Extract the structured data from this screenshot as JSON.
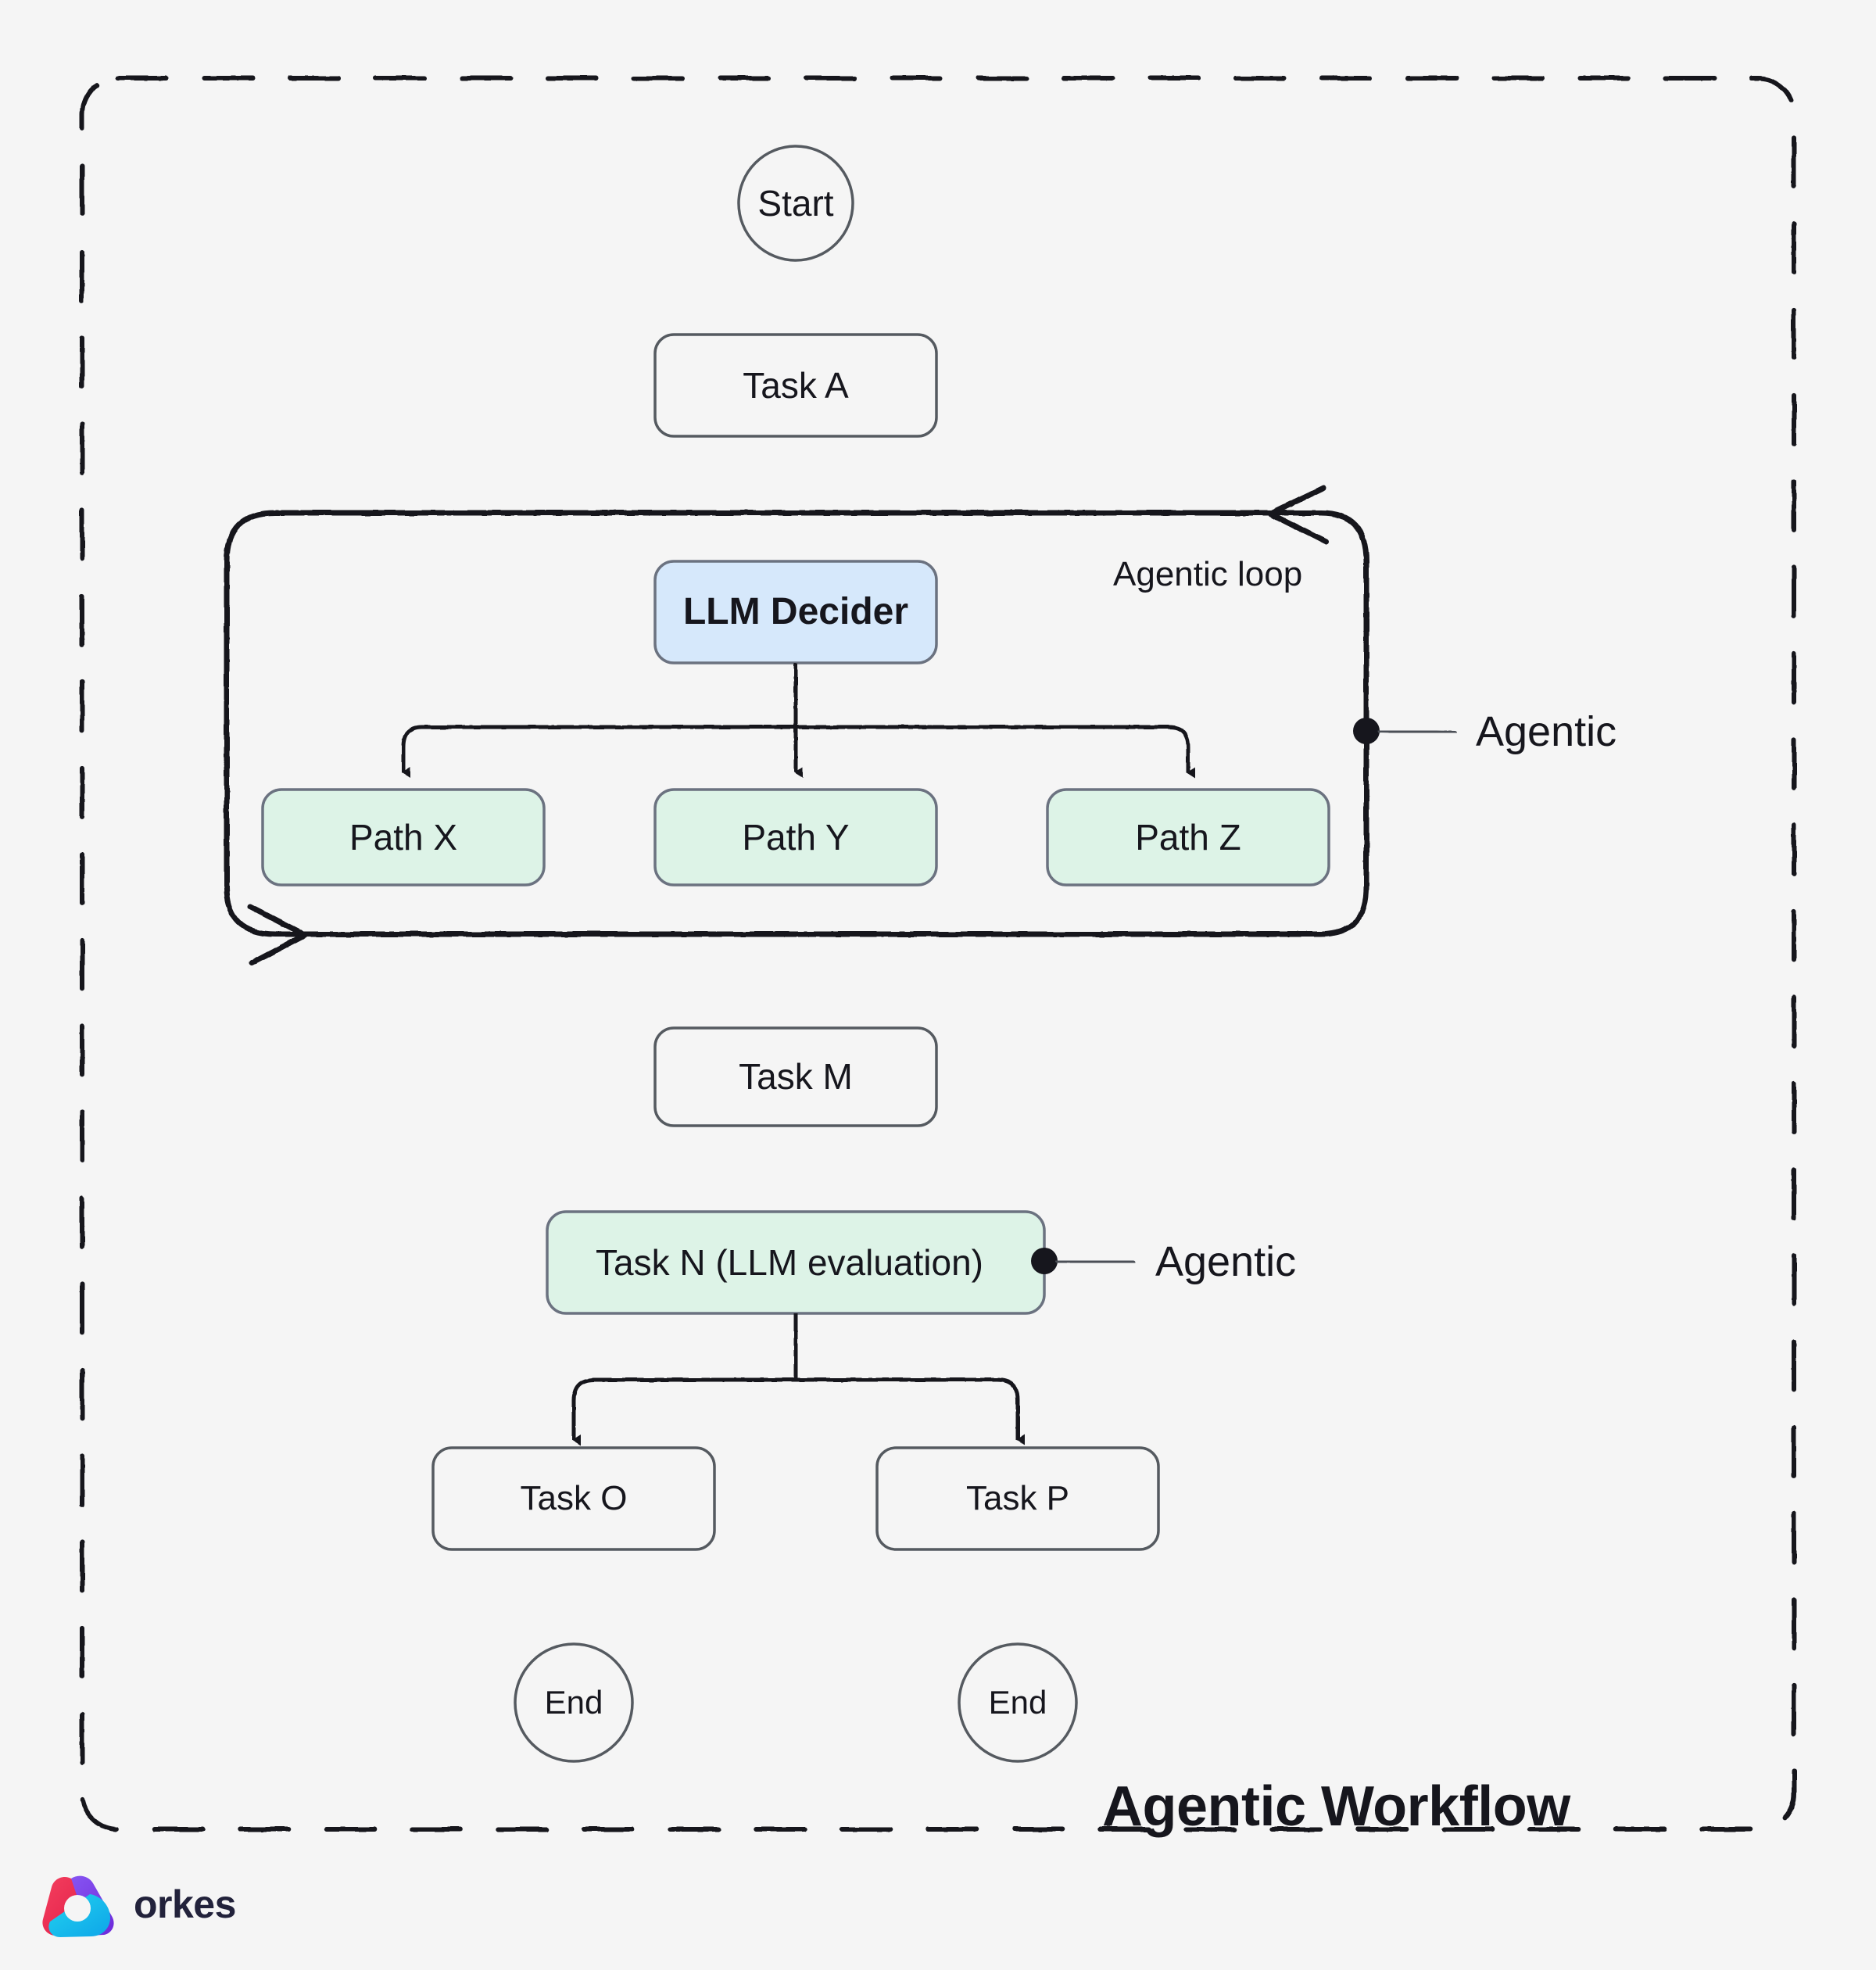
{
  "diagram": {
    "title": "Agentic Workflow",
    "background_color": "#f5f5f5",
    "border_color": "#16161d",
    "nodes": {
      "start": {
        "label": "Start",
        "shape": "circle",
        "fill": "#f5f5f5",
        "stroke": "#555a60"
      },
      "task_a": {
        "label": "Task A",
        "shape": "rounded-rect",
        "fill": "#f5f5f5",
        "stroke": "#555a60"
      },
      "llm_decider": {
        "label": "LLM Decider",
        "shape": "rounded-rect",
        "fill": "#d6e8fb",
        "stroke": "#6b7280"
      },
      "path_x": {
        "label": "Path X",
        "shape": "rounded-rect",
        "fill": "#ddf3e7",
        "stroke": "#6b7280"
      },
      "path_y": {
        "label": "Path Y",
        "shape": "rounded-rect",
        "fill": "#ddf3e7",
        "stroke": "#6b7280"
      },
      "path_z": {
        "label": "Path Z",
        "shape": "rounded-rect",
        "fill": "#ddf3e7",
        "stroke": "#6b7280"
      },
      "task_m": {
        "label": "Task M",
        "shape": "rounded-rect",
        "fill": "#f5f5f5",
        "stroke": "#555a60"
      },
      "task_n": {
        "label": "Task N (LLM evaluation)",
        "shape": "rounded-rect",
        "fill": "#ddf3e7",
        "stroke": "#6b7280"
      },
      "task_o": {
        "label": "Task O",
        "shape": "rounded-rect",
        "fill": "#f5f5f5",
        "stroke": "#555a60"
      },
      "task_p": {
        "label": "Task P",
        "shape": "rounded-rect",
        "fill": "#f5f5f5",
        "stroke": "#555a60"
      },
      "end_left": {
        "label": "End",
        "shape": "circle",
        "fill": "#f5f5f5",
        "stroke": "#555a60"
      },
      "end_right": {
        "label": "End",
        "shape": "circle",
        "fill": "#f5f5f5",
        "stroke": "#555a60"
      }
    },
    "annotations": {
      "agentic_loop": "Agentic loop",
      "agentic_loop_callout": "Agentic",
      "agentic_task_n_callout": "Agentic"
    }
  },
  "branding": {
    "logo_icon": "orkes-triangle-logo-icon",
    "logo_text": "orkes",
    "logo_colors": {
      "purple": "#7c3aed",
      "pink": "#f0285a",
      "cyan": "#22d3ee",
      "blue": "#1fa2ff"
    }
  }
}
